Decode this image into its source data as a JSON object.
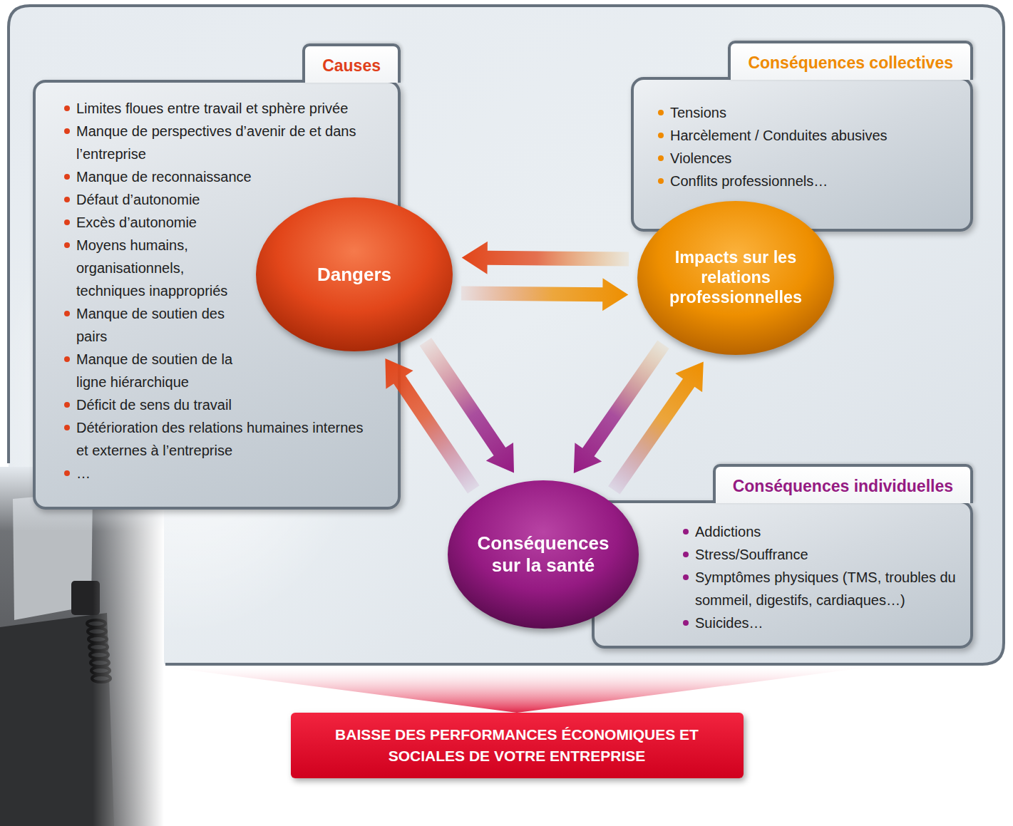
{
  "diagram": {
    "nodes": [
      {
        "text": [
          "Causes",
          "Limites floues entre travail et sphère privée",
          "Manque de perspectives d’avenir de et dans l’entreprise",
          "Manque de reconnaissance",
          "Défaut d’autonomie",
          "Excès d’autonomie",
          "Moyens humains, organisationnels, techniques inappropriés",
          "Manque de soutien des pairs",
          "Manque de soutien de la ligne hiérarchique",
          "Déficit de sens du travail",
          "Détérioration des relations humaines internes et externes à l’entreprise",
          "…"
        ]
      },
      {
        "text": [
          "Conséquences collectives",
          "Tensions",
          "Harcèlement / Conduites abusives",
          "Violences",
          "Conflits professionnels…"
        ]
      },
      {
        "text": [
          "Dangers"
        ]
      },
      {
        "text": [
          "Impacts sur les relations professionnelles"
        ]
      },
      {
        "text": [
          "Conséquences sur la santé"
        ]
      },
      {
        "text": [
          "Conséquences individuelles",
          "Addictions",
          "Stress/Souffrance",
          "Symptômes physiques (TMS, troubles du sommeil, digestifs, cardiaques…)",
          "Suicides…"
        ]
      },
      {
        "text": [
          "BAISSE DES PERFORMANCES ÉCONOMIQUES ET SOCIALES DE VOTRE ENTREPRISE"
        ]
      }
    ],
    "edges": [
      {
        "from": 3,
        "to": 2,
        "arrow": "to"
      },
      {
        "from": 2,
        "to": 3,
        "arrow": "to"
      },
      {
        "from": 4,
        "to": 2,
        "arrow": "to"
      },
      {
        "from": 2,
        "to": 4,
        "arrow": "to"
      },
      {
        "from": 3,
        "to": 4,
        "arrow": "to"
      },
      {
        "from": 4,
        "to": 3,
        "arrow": "to"
      }
    ]
  }
}
